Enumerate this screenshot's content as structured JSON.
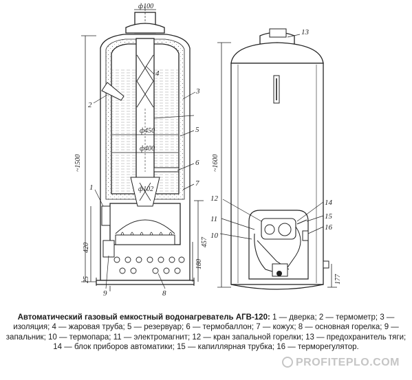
{
  "figure": {
    "labels": [
      "1",
      "2",
      "3",
      "4",
      "5",
      "6",
      "7",
      "8",
      "9",
      "10",
      "11",
      "12",
      "13",
      "14",
      "15",
      "16"
    ],
    "dimensions": {
      "top_diameter": "ф100",
      "diameter_450": "ф450",
      "diameter_400": "ф400",
      "diameter_102": "ф102",
      "height_left": "~1500",
      "height_420": "420",
      "height_457": "457",
      "height_180": "180",
      "height_25": "25",
      "height_right": "~1600",
      "height_177": "177"
    }
  },
  "caption": {
    "title": "Автоматический газовый емкостный водонагреватель АГВ-120:",
    "text": " 1 — дверка; 2 — термометр; 3 — изоляция; 4 — жаровая труба; 5 — резервуар; 6 — термобаллон; 7 — кожух; 8 — основная горелка; 9 — запальник; 10 — термопара; 11 — электромагнит; 12 — кран запальной горелки; 13 — предохранитель тяги; 14 — блок приборов автоматики; 15 — капиллярная трубка; 16 — терморегулятор."
  },
  "watermark": "PROFITEPLO.COM"
}
